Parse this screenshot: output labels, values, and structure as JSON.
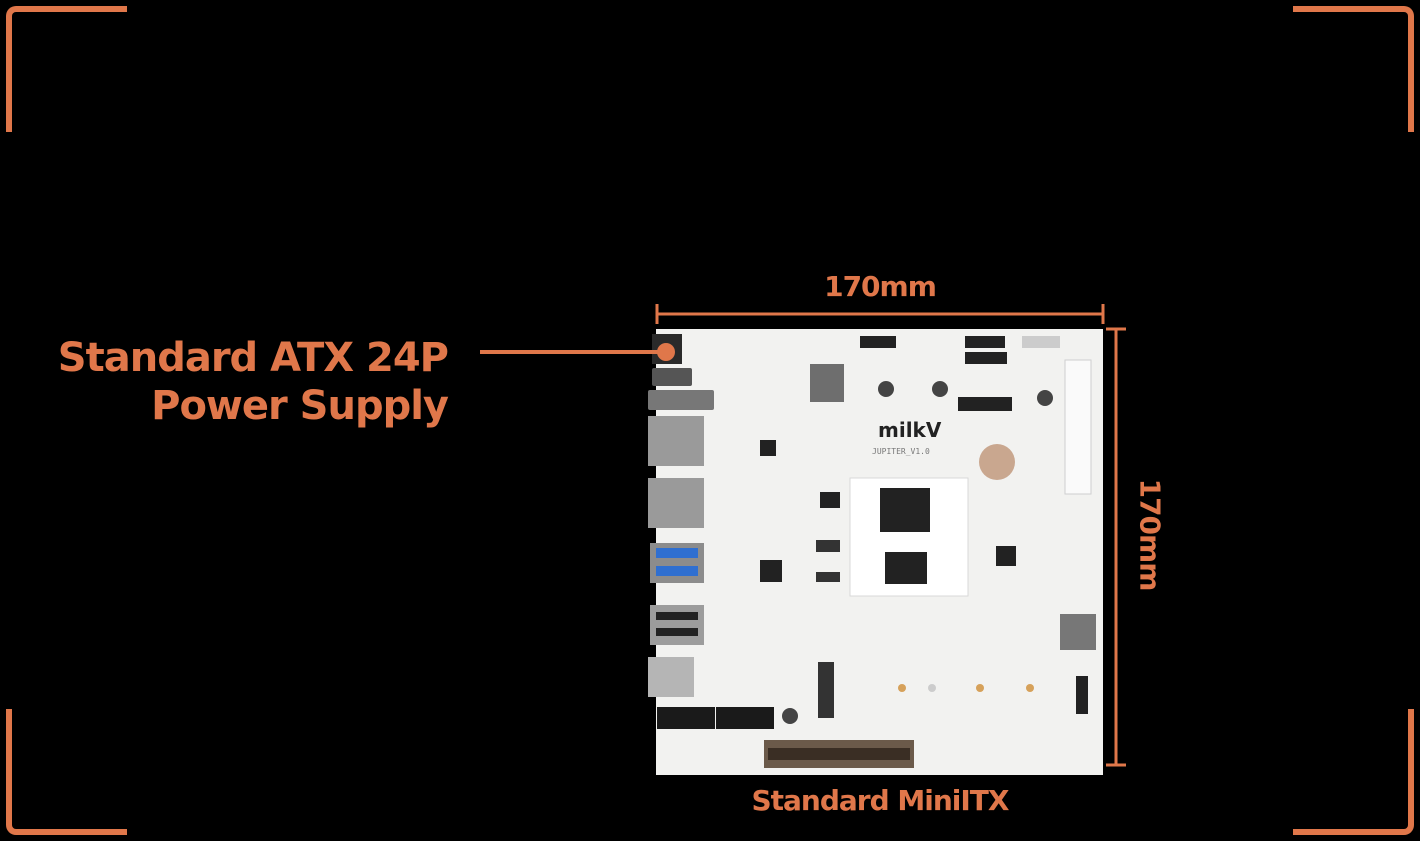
{
  "callout": {
    "line1": "Standard ATX 24P",
    "line2": "Power Supply"
  },
  "dimensions": {
    "width": "170mm",
    "height": "170mm"
  },
  "caption": "Standard MiniITX",
  "board": {
    "brand": "milkV",
    "model": "JUPITER_V1.0"
  },
  "colors": {
    "accent": "#E0774A",
    "background": "#000000",
    "board": "#F2F2F0"
  }
}
